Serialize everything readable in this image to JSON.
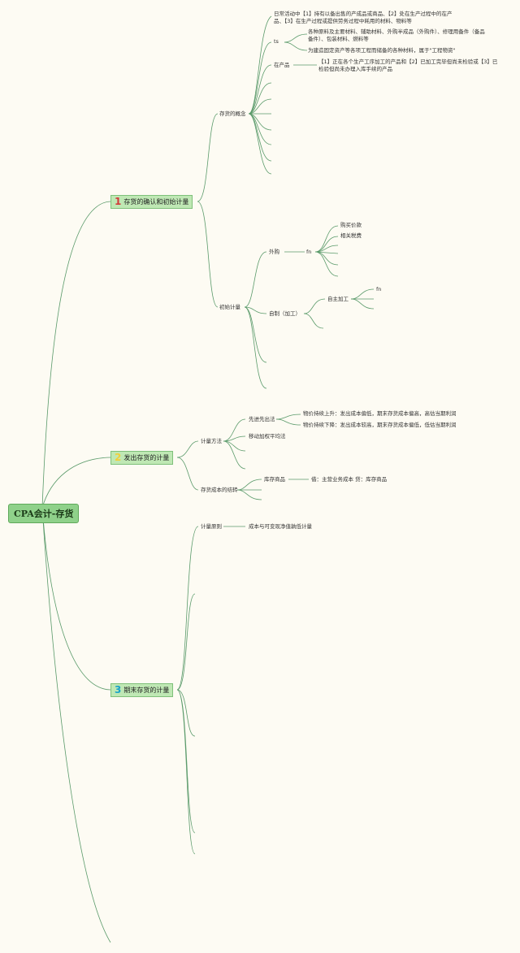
{
  "root": {
    "label": "CPA会计-存货"
  },
  "colors": {
    "line": "#5a9a6a",
    "topic_bg": "#bfe8b4",
    "root_bg": "#8fd18a",
    "badge1": "#d23b3b",
    "badge2": "#f1cf3b",
    "badge3": "#1aa3c8"
  },
  "topic1": {
    "badge": "1",
    "label": "存货的确认和初始计量",
    "concept": {
      "label": "存货的概念",
      "item1": "日常活动中【1】持有以备出售的产成品或商品、【2】处在生产过程中的在产品、【3】在生产过程或提供劳务过程中耗用的材料、物料等",
      "item2_label": "ts",
      "item2_sub1": "各种原料及主要材料、辅助材料、外购半成品（外购件）、修理用备件（备品备件）、包装材料、燃料等",
      "item2_sub2": "为建造固定资产等各项工程而储备的各种材料，属于\"工程物资\"",
      "item3_label": "在产品",
      "item3_text": "【1】正在各个生产工序加工的产品和【2】已加工完毕但尚未检验或【3】已检验但尚未办理入库手续的产品"
    },
    "initial": {
      "label": "初始计量",
      "purchase": {
        "label": "外购",
        "fn": "fn",
        "items": [
          "购买价款",
          "相关税费"
        ]
      },
      "self_made": {
        "label": "自制（加工）",
        "sub": "自主加工",
        "fn": "fn"
      }
    }
  },
  "topic2": {
    "badge": "2",
    "label": "发出存货的计量",
    "method": {
      "label": "计量方法",
      "fifo": {
        "label": "先进先出法",
        "items": [
          "物价持续上升：发出成本偏低，期末存货成本偏高，高估当期利润",
          "物价持续下降：发出成本较高，期末存货成本偏低，低估当期利润"
        ]
      },
      "moving": "移动加权平均法"
    },
    "carry": {
      "label": "存货成本的结转",
      "goods": "库存商品",
      "entry": "借：主营业务成本 贷：库存商品"
    }
  },
  "topic3": {
    "badge": "3",
    "label": "期末存货的计量",
    "principle": {
      "label": "计量原则",
      "text": "成本与可变现净值孰低计量"
    }
  }
}
